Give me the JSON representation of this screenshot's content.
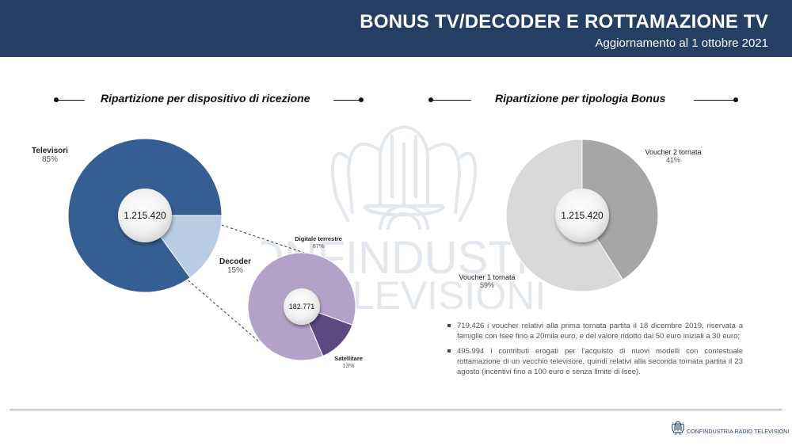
{
  "header": {
    "title": "BONUS TV/DECODER E ROTTAMAZIONE TV",
    "subtitle": "Aggiornamento al 1 ottobre 2021"
  },
  "watermark": {
    "line1": "CONFINDUSTRIA",
    "line2": "TELEVISIONI"
  },
  "chart_data": [
    {
      "type": "pie",
      "title": "Ripartizione per dispositivo di ricezione",
      "center_label": "1.215.420",
      "total": 1215420,
      "slices": [
        {
          "name": "Televisori",
          "value": 85,
          "pct_label": "85%",
          "color": "#355e92"
        },
        {
          "name": "Decoder",
          "value": 15,
          "pct_label": "15%",
          "color": "#b8cce4"
        }
      ]
    },
    {
      "type": "pie",
      "title": "Decoder breakdown",
      "center_label": "182.771",
      "total": 182771,
      "slices": [
        {
          "name": "Digitale terrestre",
          "value": 87,
          "pct_label": "87%",
          "color": "#b3a2c8"
        },
        {
          "name": "Satellitare",
          "value": 13,
          "pct_label": "13%",
          "color": "#5b4a80"
        }
      ]
    },
    {
      "type": "pie",
      "title": "Ripartizione per tipologia Bonus",
      "center_label": "1.215.420",
      "total": 1215420,
      "slices": [
        {
          "name": "Voucher 2 tornata",
          "value": 41,
          "pct_label": "41%",
          "color": "#a6a6a6"
        },
        {
          "name": "Voucher 1 tornata",
          "value": 59,
          "pct_label": "59%",
          "color": "#d9d9d9"
        }
      ]
    }
  ],
  "notes": [
    "719.426 i voucher relativi alla prima tornata partita il 18 dicembre 2019, riservata a famiglie con Isee fino a 20mila euro, e del valore ridotto dai 50 euro iniziali a 30 euro;",
    "495.994 i contributi erogati per l'acquisto di nuovi modelli con contestuale rottamazione di un vecchio televisore, quindi relativi alla seconda tornata partita il 23 agosto (incentivi fino a 100 euro e senza limite di Isee)."
  ],
  "footer": {
    "brand": "CONFINDUSTRIA RADIO TELEVISIONI"
  }
}
